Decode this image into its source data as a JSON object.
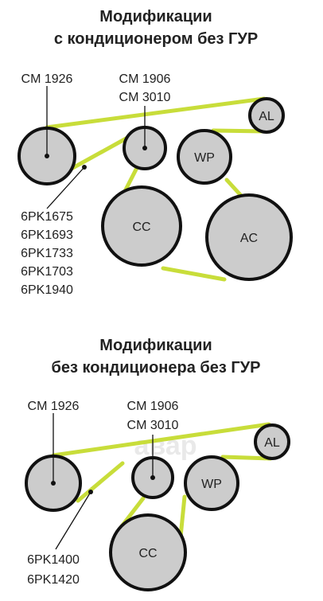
{
  "colors": {
    "belt": "#c8dd3a",
    "pulley_fill": "#cccccc",
    "pulley_stroke": "#111111",
    "text": "#222222"
  },
  "watermark": "авар",
  "diagram1": {
    "title_line1": "Модификации",
    "title_line2": "с кондиционером без ГУР",
    "crank_label": "CM 1926",
    "idler_label_1": "CM 1906",
    "idler_label_2": "CM 3010",
    "belt_codes": [
      "6PK1675",
      "6PK1693",
      "6PK1733",
      "6PK1703",
      "6PK1940"
    ],
    "pulleys": {
      "al": "AL",
      "wp": "WP",
      "cc": "CC",
      "ac": "AC"
    }
  },
  "diagram2": {
    "title_line1": "Модификации",
    "title_line2": "без кондиционера без ГУР",
    "crank_label": "CM 1926",
    "idler_label_1": "CM 1906",
    "idler_label_2": "CM 3010",
    "belt_codes": [
      "6PK1400",
      "6PK1420"
    ],
    "pulleys": {
      "al": "AL",
      "wp": "WP",
      "cc": "CC"
    }
  }
}
